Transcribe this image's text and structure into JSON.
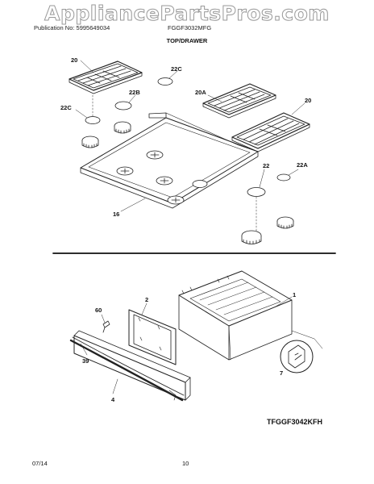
{
  "watermark": "AppliancePartsPros.com",
  "header": {
    "publication": "Publication No: 5995649034",
    "model": "FGGF3032MFG",
    "section": "TOP/DRAWER"
  },
  "callouts": {
    "grate_left": "20",
    "burner_cap_right_rear": "22C",
    "burner_cap_center": "22B",
    "burner_cap_left_rear": "22C",
    "grate_center": "20A",
    "grate_right": "20",
    "cooktop": "16",
    "burner_cap_large": "22",
    "burner_cap_small": "22A",
    "drawer_body": "1",
    "drawer_panel": "2",
    "screw": "60",
    "handle": "39",
    "drawer_front": "4",
    "glide": "7"
  },
  "diagram_code": "TFGGF3042KFH",
  "footer": {
    "date": "07/14",
    "page": "10"
  }
}
